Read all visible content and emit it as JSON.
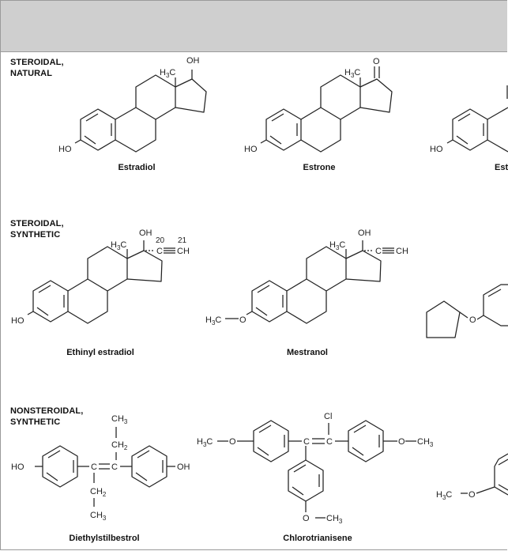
{
  "sections": [
    {
      "line1": "STEROIDAL,",
      "line2": "NATURAL"
    },
    {
      "line1": "STEROIDAL,",
      "line2": "SYNTHETIC"
    },
    {
      "line1": "NONSTEROIDAL,",
      "line2": "SYNTHETIC"
    }
  ],
  "compounds": {
    "estradiol": {
      "name": "Estradiol",
      "labels": {
        "me_h": "H",
        "me_3": "3",
        "me_c": "C",
        "oh": "OH",
        "ho": "HO"
      }
    },
    "estrone": {
      "name": "Estrone",
      "labels": {
        "me_h": "H",
        "me_3": "3",
        "me_c": "C",
        "o": "O",
        "ho": "HO"
      }
    },
    "estriol_partial": {
      "name": "Est",
      "labels": {
        "ho": "HO"
      }
    },
    "ethinyl_estradiol": {
      "name": "Ethinyl estradiol",
      "labels": {
        "me_h": "H",
        "me_3": "3",
        "me_c": "C",
        "oh": "OH",
        "c20": "20",
        "c21": "21",
        "c": "C",
        "ch": "CH",
        "ho": "HO"
      }
    },
    "mestranol": {
      "name": "Mestranol",
      "labels": {
        "me_h": "H",
        "me_3": "3",
        "me_c": "C",
        "oh": "OH",
        "c": "C",
        "ch": "CH",
        "h3c_h": "H",
        "h3c_3": "3",
        "h3c_c": "C",
        "o": "O"
      }
    },
    "quinestrol_partial": {
      "labels": {
        "o": "O"
      }
    },
    "diethylstilbestrol": {
      "name": "Diethylstilbestrol",
      "labels": {
        "ho": "HO",
        "oh": "OH",
        "c_left": "C",
        "c_right": "C",
        "ch3_top_c": "CH",
        "ch3_top_3": "3",
        "ch2_top_c": "CH",
        "ch2_top_2": "2",
        "ch2_bot_c": "CH",
        "ch2_bot_2": "2",
        "ch3_bot_c": "CH",
        "ch3_bot_3": "3"
      }
    },
    "chlorotrianisene": {
      "name": "Chlorotrianisene",
      "labels": {
        "cl": "Cl",
        "c_left": "C",
        "c_right": "C",
        "h3c_h": "H",
        "h3c_3": "3",
        "h3c_c": "C",
        "o_left": "O",
        "o_right": "O",
        "ch3_right_c": "CH",
        "ch3_right_3": "3",
        "o_bottom": "O",
        "ch3_bottom_c": "CH",
        "ch3_bottom_3": "3"
      }
    },
    "methallenestril_partial": {
      "labels": {
        "h3c_h": "H",
        "h3c_3": "3",
        "h3c_c": "C",
        "o": "O"
      }
    }
  }
}
